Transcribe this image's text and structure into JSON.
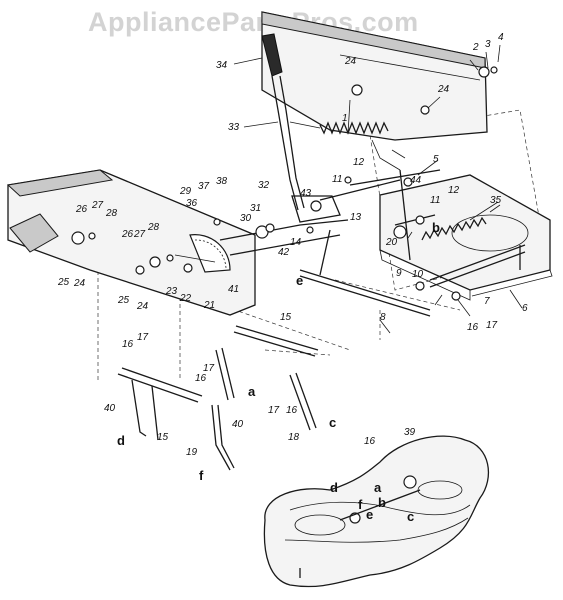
{
  "watermark": "AppliancePartsPros.com",
  "callouts": [
    "1",
    "2",
    "3",
    "4",
    "5",
    "6",
    "7",
    "8",
    "9",
    "10",
    "11",
    "11",
    "12",
    "12",
    "13",
    "14",
    "15",
    "15",
    "16",
    "16",
    "16",
    "16",
    "17",
    "17",
    "17",
    "17",
    "18",
    "19",
    "20",
    "21",
    "22",
    "23",
    "24",
    "24",
    "24",
    "24",
    "25",
    "25",
    "26",
    "26",
    "27",
    "27",
    "28",
    "28",
    "29",
    "30",
    "31",
    "32",
    "33",
    "34",
    "35",
    "36",
    "37",
    "38",
    "39",
    "40",
    "40",
    "41",
    "42",
    "43",
    "44"
  ],
  "reference_letters": [
    "a",
    "b",
    "c",
    "d",
    "e",
    "f"
  ],
  "deck_letters": [
    "a",
    "b",
    "c",
    "d",
    "e",
    "f"
  ],
  "colors": {
    "line": "#1a1a1a",
    "watermark": "#d3d3d3",
    "background": "#ffffff"
  }
}
